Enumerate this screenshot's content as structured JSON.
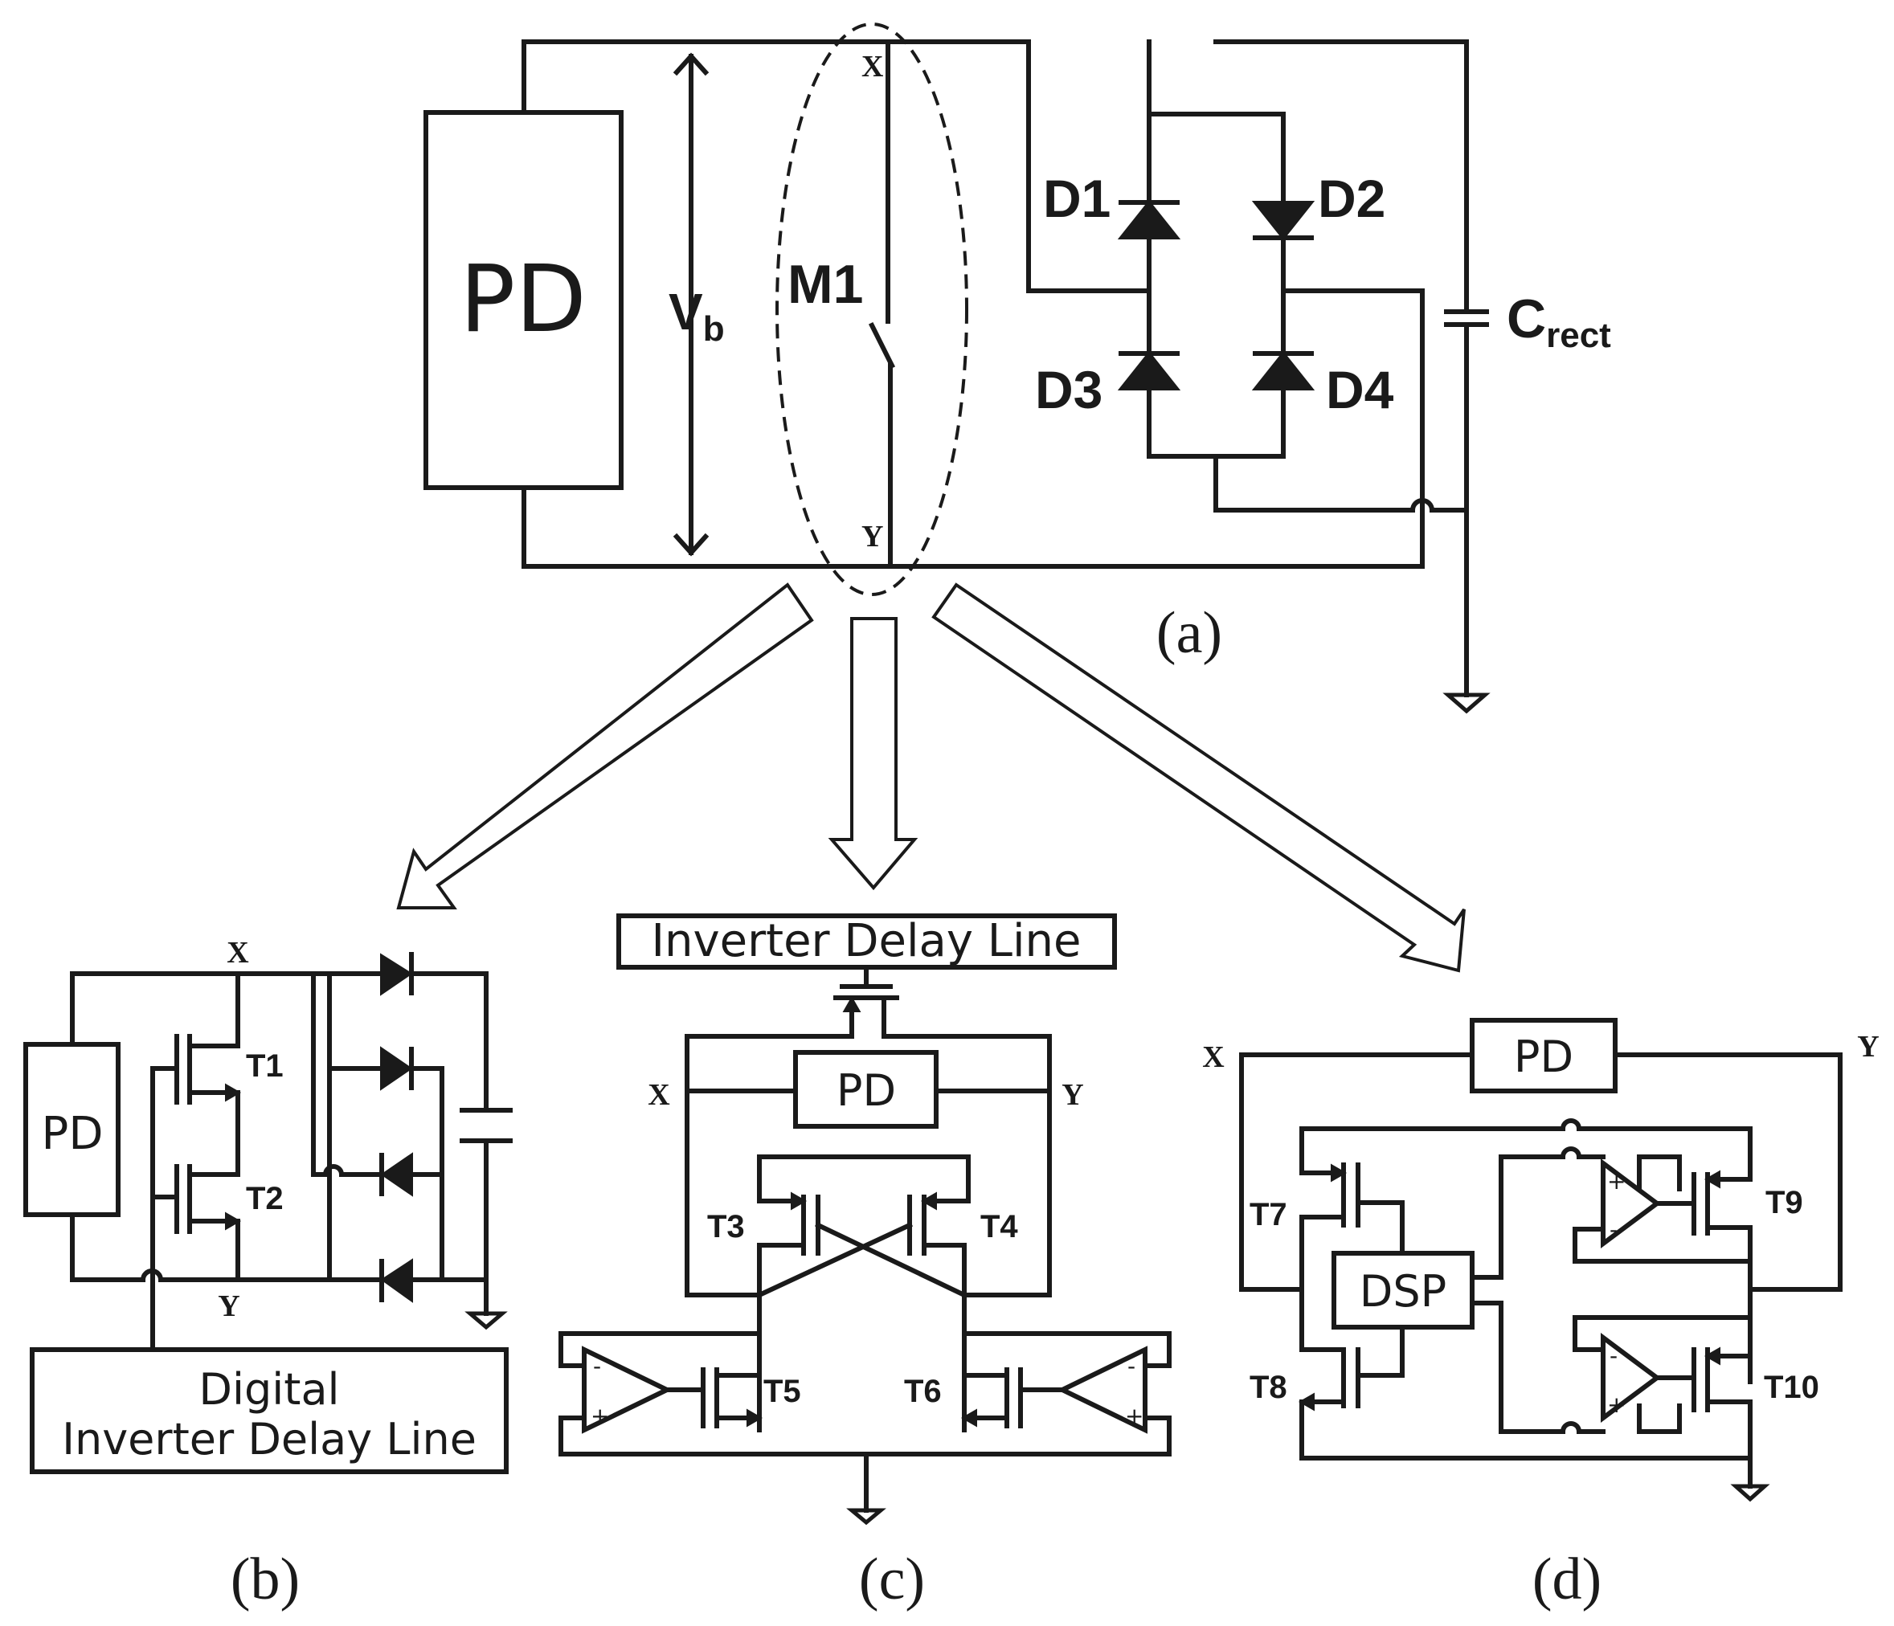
{
  "panel_a": {
    "pd_label": "PD",
    "vb_main": "V",
    "vb_sub": "b",
    "switch_label": "M1",
    "node_x": "X",
    "node_y": "Y",
    "diodes": [
      "D1",
      "D2",
      "D3",
      "D4"
    ],
    "cap_main": "C",
    "cap_sub": "rect",
    "caption": "(a)"
  },
  "panel_b": {
    "pd_label": "PD",
    "node_x": "X",
    "node_y": "Y",
    "transistors": [
      "T1",
      "T2"
    ],
    "delay_line_1": "Digital",
    "delay_line_2": "Inverter Delay Line",
    "caption": "(b)"
  },
  "panel_c": {
    "delay_line": "Inverter Delay Line",
    "pd_label": "PD",
    "node_x": "X",
    "node_y": "Y",
    "transistors": [
      "T3",
      "T4",
      "T5",
      "T6"
    ],
    "caption": "(c)"
  },
  "panel_d": {
    "pd_label": "PD",
    "dsp_label": "DSP",
    "node_x": "X",
    "node_y": "Y",
    "transistors": [
      "T7",
      "T8",
      "T9",
      "T10"
    ],
    "caption": "(d)"
  }
}
